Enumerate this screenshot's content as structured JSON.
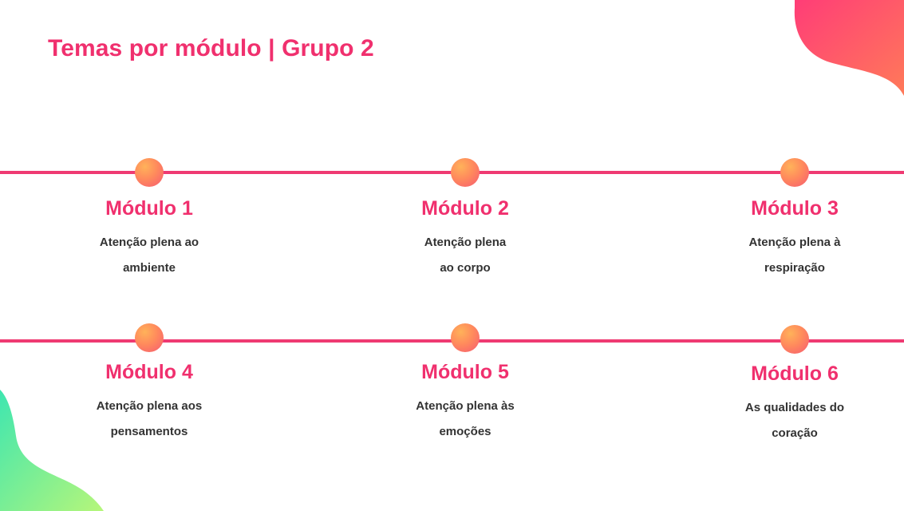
{
  "page": {
    "title": "Temas por módulo | Grupo 2"
  },
  "colors": {
    "accent": "#f0306e",
    "dot_start": "#ffb25a",
    "dot_end": "#f65a72",
    "blob_top_right_start": "#ff3d77",
    "blob_top_right_end": "#ff7a59",
    "blob_bottom_left_start": "#3ee6b0",
    "blob_bottom_left_end": "#b6f67a"
  },
  "modules": [
    {
      "title": "Módulo 1",
      "desc_line1": "Atenção plena ao",
      "desc_line2": "ambiente"
    },
    {
      "title": "Módulo 2",
      "desc_line1": "Atenção plena",
      "desc_line2": "ao corpo"
    },
    {
      "title": "Módulo 3",
      "desc_line1": "Atenção plena à",
      "desc_line2": "respiração"
    },
    {
      "title": "Módulo 4",
      "desc_line1": "Atenção plena aos",
      "desc_line2": "pensamentos"
    },
    {
      "title": "Módulo 5",
      "desc_line1": "Atenção plena às",
      "desc_line2": "emoções"
    },
    {
      "title": "Módulo 6",
      "desc_line1": "As qualidades do",
      "desc_line2": "coração"
    }
  ]
}
